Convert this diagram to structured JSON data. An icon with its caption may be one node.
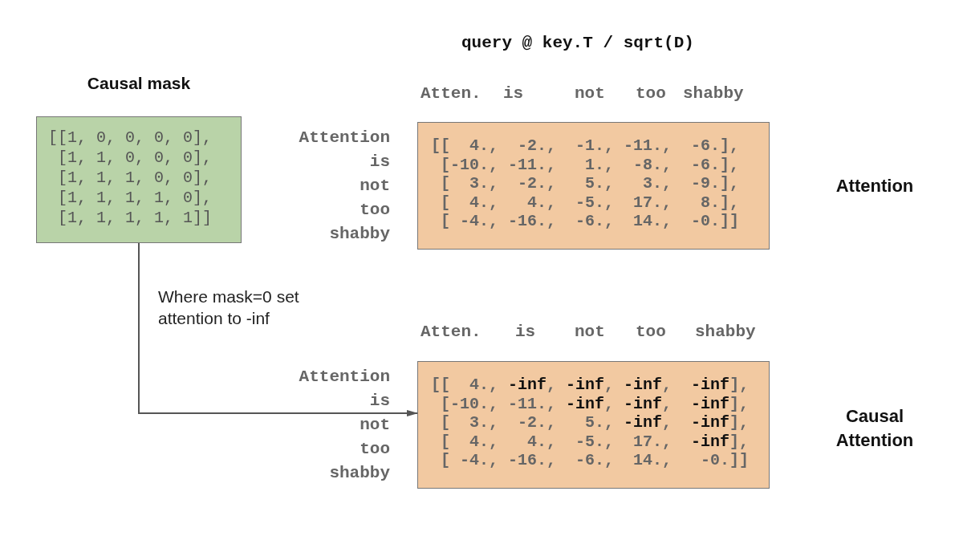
{
  "diagram": {
    "title": "query @ key.T / sqrt(D)",
    "nodes": [
      {
        "text": [
          "Causal mask",
          "[[1, 0, 0, 0, 0],",
          "[1, 1, 0, 0, 0],",
          "[1, 1, 1, 0, 0],",
          "[1, 1, 1, 1, 0],",
          "[1, 1, 1, 1, 1]]"
        ]
      },
      {
        "text": [
          "[[  4.,  -2.,  -1., -11.,  -6.],",
          "[-10., -11.,   1.,  -8.,  -6.],",
          "[  3.,  -2.,   5.,   3.,  -9.],",
          "[  4.,   4.,  -5.,  17.,   8.],",
          "[ -4., -16.,  -6.,  14.,  -0.]]"
        ],
        "beside": [
          "Attention"
        ]
      },
      {
        "text": [
          "[[  4., **-inf**, **-inf**, **-inf**,  **-inf**],",
          "[-10., -11., **-inf**, **-inf**,  **-inf**],",
          "[  3.,  -2.,   5., **-inf**,  **-inf**],",
          "[  4.,   4.,  -5.,  17.,  **-inf**],",
          "[ -4., -16.,  -6.,  14.,   -0.]]"
        ],
        "beside": [
          "Causal Attention"
        ]
      }
    ],
    "edges": [
      {
        "from": 0,
        "to": 2,
        "arrow": "to",
        "label": "Where mask=0 set attention to -inf"
      }
    ],
    "labels": [
      "Atten.",
      "is",
      "not",
      "too",
      "shabby",
      "Attention",
      "is",
      "not",
      "too",
      "shabby",
      "Atten.",
      "is",
      "not",
      "too",
      "shabby",
      "Attention",
      "is",
      "not",
      "too",
      "shabby"
    ]
  }
}
